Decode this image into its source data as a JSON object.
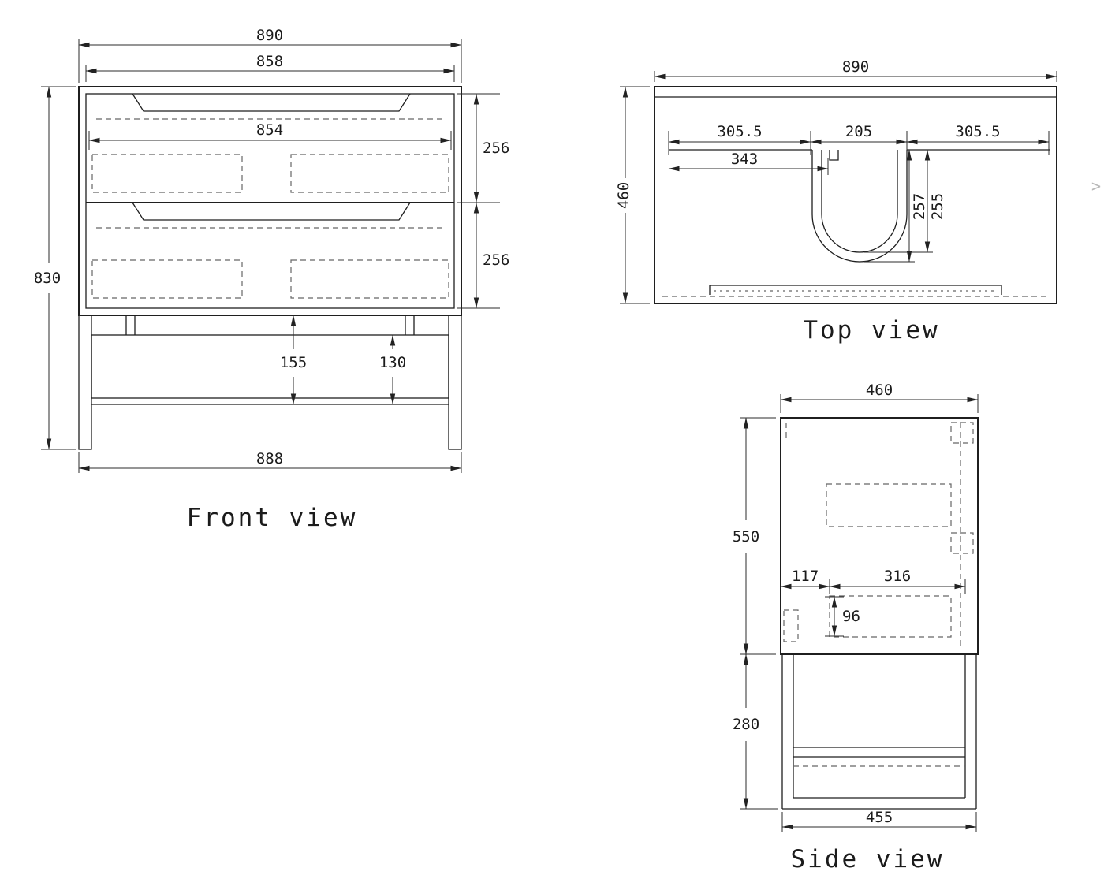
{
  "drawing": {
    "front_view": {
      "label": "Front view",
      "dims": {
        "overall_width": "890",
        "carcass_width": "858",
        "drawer_width": "854",
        "top_drawer_height": "256",
        "bottom_drawer_height": "256",
        "overall_height": "830",
        "base_clearance": "155",
        "base_rail_height": "130",
        "base_width": "888"
      }
    },
    "top_view": {
      "label": "Top view",
      "dims": {
        "overall_width": "890",
        "overall_depth": "460",
        "left_section_width": "305.5",
        "basin_cutout_width": "205",
        "right_section_width": "305.5",
        "left_cutout_offset": "343",
        "cutout_depth_outer": "257",
        "cutout_depth_inner": "255"
      }
    },
    "side_view": {
      "label": "Side view",
      "dims": {
        "overall_depth": "460",
        "cabinet_height": "550",
        "base_height": "280",
        "front_offset": "117",
        "drawer_depth": "316",
        "recess_height": "96",
        "base_depth": "455"
      }
    }
  },
  "icons": {
    "next_arrow": ">"
  }
}
